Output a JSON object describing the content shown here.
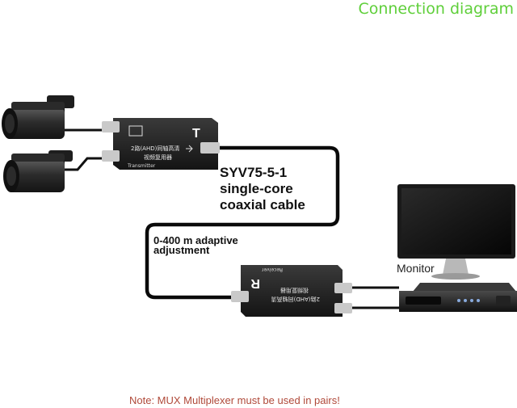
{
  "title": "Connection diagram",
  "cable_label": "SYV75-5-1\nsingle-core\ncoaxial cable",
  "range_label": "0-400 m adaptive\nadjustment",
  "monitor_label": "Monitor",
  "note": "Note: MUX Multiplexer must be used in pairs!",
  "transmitter": {
    "letter": "T",
    "chinese_line1": "2路(AHD)同轴高清",
    "chinese_line2": "视频复用器",
    "name": "Transmitter"
  },
  "receiver": {
    "letter": "R",
    "chinese_line1": "2路(AHD)同轴高清",
    "chinese_line2": "视频复用器",
    "name": "Receiver"
  }
}
